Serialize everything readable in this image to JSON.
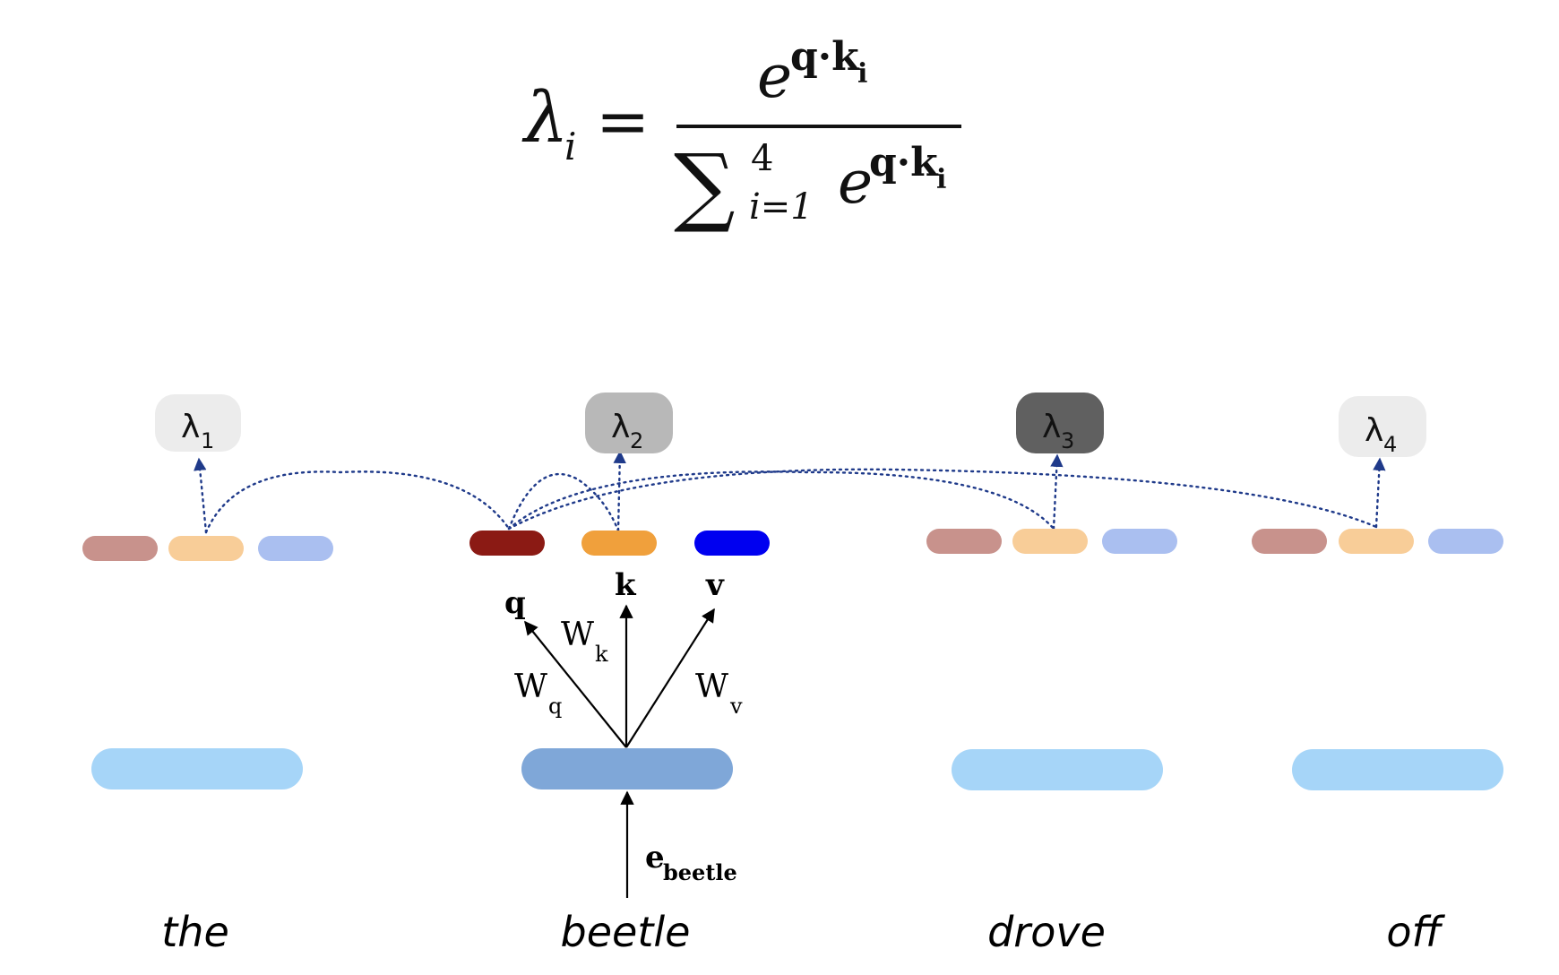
{
  "formula": {
    "lhs": "λ",
    "lhs_sub": "i",
    "equals": "=",
    "num_base": "e",
    "num_exp": "q·k",
    "num_exp_sub": "i",
    "sum": "∑",
    "sum_upper": "4",
    "sum_lower": "i=1",
    "den_base": "e",
    "den_exp": "q·k",
    "den_exp_sub": "i"
  },
  "lambdas": [
    {
      "symbol": "λ",
      "sub": "1",
      "fill": "#ececec",
      "text_color": "#111111"
    },
    {
      "symbol": "λ",
      "sub": "2",
      "fill": "#b8b8b8",
      "text_color": "#111111"
    },
    {
      "symbol": "λ",
      "sub": "3",
      "fill": "#606060",
      "text_color": "#111111"
    },
    {
      "symbol": "λ",
      "sub": "4",
      "fill": "#ececec",
      "text_color": "#111111"
    }
  ],
  "vector_labels": {
    "q": "q",
    "k": "k",
    "v": "v",
    "wq": "W",
    "wq_sub": "q",
    "wk": "W",
    "wk_sub": "k",
    "wv": "W",
    "wv_sub": "v",
    "e": "e",
    "e_sub": "beetle"
  },
  "words": [
    "the",
    "beetle",
    "drove",
    "off"
  ],
  "colors": {
    "q_light": "#c8928c",
    "k_light": "#f8cd98",
    "v_light": "#aabff0",
    "q_dark": "#8b1a14",
    "k_dark": "#f0a03c",
    "v_dark": "#0000f0",
    "emb_light": "#a6d5f8",
    "emb_dark": "#7fa7d8",
    "dots": "#1f3a8a"
  }
}
